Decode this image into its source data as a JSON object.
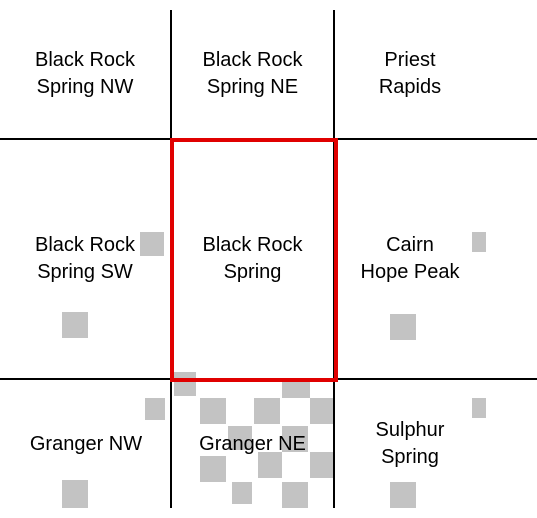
{
  "map": {
    "colors": {
      "grid_line": "#000000",
      "highlight": "#e00000",
      "patch": "#c3c3c3"
    },
    "quads": [
      {
        "row": 0,
        "col": 0,
        "line1": "Black Rock",
        "line2": "Spring NW"
      },
      {
        "row": 0,
        "col": 1,
        "line1": "Black Rock",
        "line2": "Spring NE"
      },
      {
        "row": 0,
        "col": 2,
        "line1": "Priest",
        "line2": "Rapids"
      },
      {
        "row": 1,
        "col": 0,
        "line1": "Black Rock",
        "line2": "Spring SW"
      },
      {
        "row": 1,
        "col": 1,
        "line1": "Black Rock",
        "line2": "Spring"
      },
      {
        "row": 1,
        "col": 2,
        "line1": "Cairn",
        "line2": "Hope Peak"
      },
      {
        "row": 2,
        "col": 0,
        "line1": "Granger NW",
        "line2": ""
      },
      {
        "row": 2,
        "col": 1,
        "line1": "Granger NE",
        "line2": ""
      },
      {
        "row": 2,
        "col": 2,
        "line1": "Sulphur",
        "line2": "Spring"
      }
    ],
    "selected_quad": "Black Rock Spring"
  }
}
